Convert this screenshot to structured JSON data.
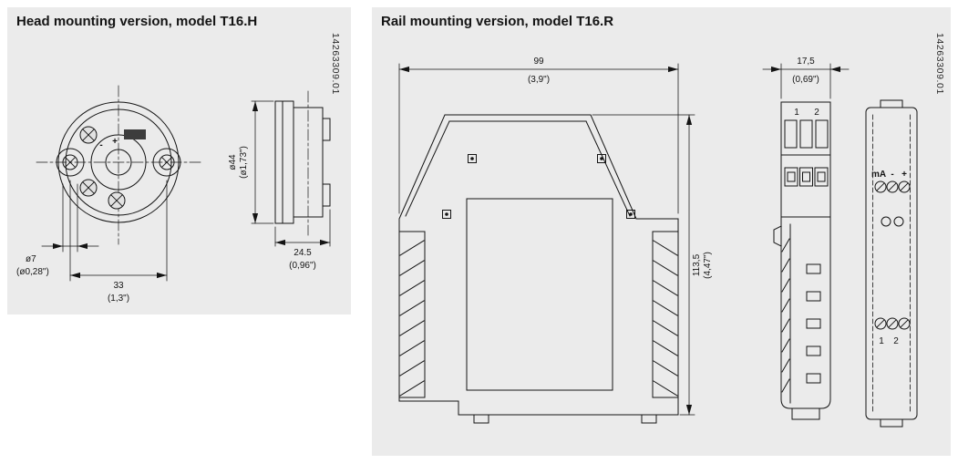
{
  "head_panel": {
    "title": "Head mounting version, model T16.H",
    "doc_number": "14263309.01",
    "terminal_minus": "-",
    "terminal_plus": "+",
    "dim_hole": "ø7",
    "dim_hole_in": "(ø0,28\")",
    "dim_spacing": "33",
    "dim_spacing_in": "(1,3\")",
    "dim_diameter": "ø44",
    "dim_diameter_in": "(ø1,73\")",
    "dim_depth": "24.5",
    "dim_depth_in": "(0,96\")"
  },
  "rail_panel": {
    "title": "Rail mounting version, model T16.R",
    "doc_number": "14263309.01",
    "dim_width": "99",
    "dim_width_in": "(3,9\")",
    "dim_height": "113,5",
    "dim_height_in": "(4,47\")",
    "dim_depth": "17,5",
    "dim_depth_in": "(0,69\")",
    "side_terminal_1": "1",
    "side_terminal_2": "2",
    "label_ma": "mA",
    "label_minus": "-",
    "label_plus": "+",
    "bottom_terminal_1": "1",
    "bottom_terminal_2": "2"
  }
}
